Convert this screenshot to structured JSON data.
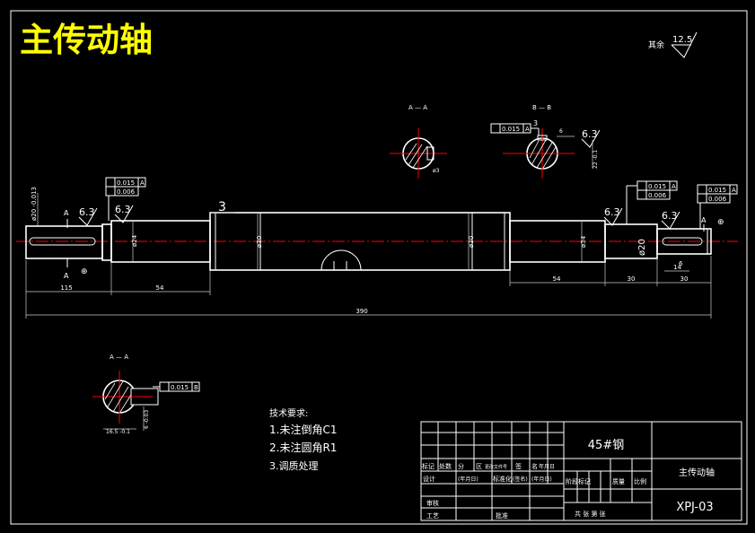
{
  "title": "主传动轴",
  "surface_finish": {
    "prefix": "其余",
    "value": "12.5"
  },
  "sections": {
    "aa_top": "A — A",
    "bb": "B — B",
    "aa_bottom": "A — A"
  },
  "roughness": {
    "r1": "6.3",
    "r2": "6.3",
    "r3": "6.3",
    "r4": "6.3",
    "r5": "6.3"
  },
  "tolerance_frames": {
    "left_runout": "0.015",
    "left_runout_datum": "A",
    "left_cyl": "0.006",
    "right_runout": "0.015",
    "right_runout_datum": "A",
    "right_cyl": "0.006",
    "far_right_runout": "0.015",
    "far_right_runout_datum": "A",
    "far_right_cyl": "0.006",
    "bb_sym": "0.015",
    "bb_sym_datum": "A",
    "aa_bottom_sym": "0.015",
    "aa_bottom_sym_datum": "B"
  },
  "dimensions": {
    "total_length": "390",
    "left_seg": "115",
    "seg_54_left": "54",
    "seg_54_right": "54",
    "seg_30_a": "30",
    "seg_30_b": "30",
    "step_3": "3",
    "key_14": "14",
    "key_6": "6",
    "dia_24": "ø24",
    "dia_30_a": "ø30",
    "dia_30_b": "ø30",
    "dia_34": "ø34",
    "bb_dim_3": "3",
    "bb_dim_6": "6"
  },
  "tech_requirements": {
    "heading": "技术要求:",
    "items": [
      "1.未注倒角C1",
      "2.未注圆角R1",
      "3.调质处理"
    ]
  },
  "title_block": {
    "material": "45#钢",
    "part_name": "主传动轴",
    "drawing_no": "XPJ-03",
    "header_labels": [
      "标记",
      "处数",
      "分",
      "区",
      "更改文件号",
      "签",
      "名",
      "年月日"
    ],
    "row_design": "设计",
    "row_standard": "(签名)",
    "row_date": "(年月日)",
    "row_std2": "标准化",
    "row_sign": "(签名)",
    "row_date2": "(年月日)",
    "review": "审核",
    "process": "工艺",
    "approve": "批准",
    "stage_mark": "阶段标记",
    "weight": "质量",
    "scale": "比例",
    "sheets": "共  张  第  张"
  }
}
